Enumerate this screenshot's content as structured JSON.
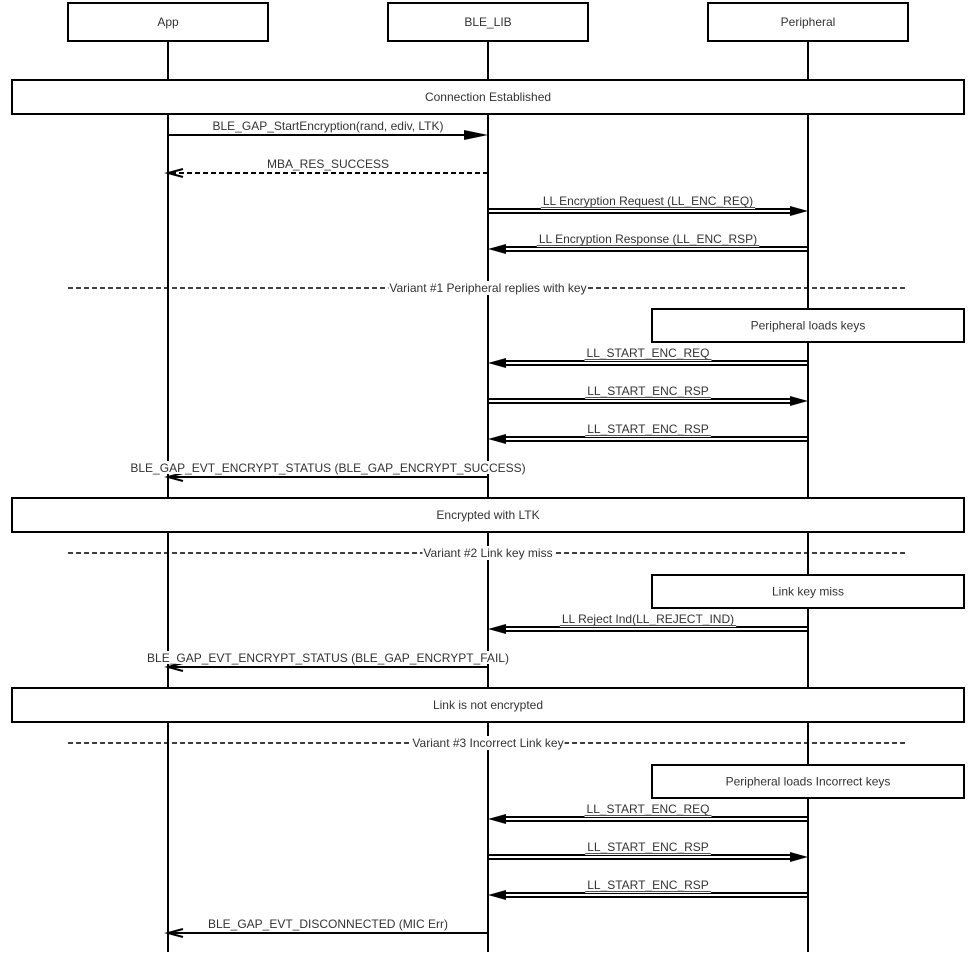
{
  "diagram": {
    "type": "sequence",
    "participants": [
      {
        "id": "app",
        "label": "App"
      },
      {
        "id": "ble_lib",
        "label": "BLE_LIB"
      },
      {
        "id": "peripheral",
        "label": "Peripheral"
      }
    ],
    "steps": [
      {
        "kind": "span",
        "label": "Connection Established"
      },
      {
        "kind": "message",
        "from": "app",
        "to": "ble_lib",
        "style": "solid-filled",
        "label": "BLE_GAP_StartEncryption(rand, ediv, LTK)"
      },
      {
        "kind": "message",
        "from": "ble_lib",
        "to": "app",
        "style": "dashed-open",
        "label": "MBA_RES_SUCCESS"
      },
      {
        "kind": "message",
        "from": "ble_lib",
        "to": "peripheral",
        "style": "double",
        "label": "LL Encryption Request (LL_ENC_REQ)"
      },
      {
        "kind": "message",
        "from": "peripheral",
        "to": "ble_lib",
        "style": "double",
        "label": "LL Encryption Response (LL_ENC_RSP)"
      },
      {
        "kind": "separator",
        "label": "Variant #1 Peripheral replies with key"
      },
      {
        "kind": "note",
        "over": "peripheral",
        "label": "Peripheral loads keys"
      },
      {
        "kind": "message",
        "from": "peripheral",
        "to": "ble_lib",
        "style": "double",
        "label": "LL_START_ENC_REQ"
      },
      {
        "kind": "message",
        "from": "ble_lib",
        "to": "peripheral",
        "style": "double",
        "label": "LL_START_ENC_RSP"
      },
      {
        "kind": "message",
        "from": "peripheral",
        "to": "ble_lib",
        "style": "double",
        "label": "LL_START_ENC_RSP"
      },
      {
        "kind": "message",
        "from": "ble_lib",
        "to": "app",
        "style": "solid-open",
        "label": "BLE_GAP_EVT_ENCRYPT_STATUS (BLE_GAP_ENCRYPT_SUCCESS)"
      },
      {
        "kind": "span",
        "label": "Encrypted with LTK"
      },
      {
        "kind": "separator",
        "label": "Variant #2 Link key miss"
      },
      {
        "kind": "note",
        "over": "peripheral",
        "label": "Link key miss"
      },
      {
        "kind": "message",
        "from": "peripheral",
        "to": "ble_lib",
        "style": "double",
        "label": "LL Reject Ind(LL_REJECT_IND)"
      },
      {
        "kind": "message",
        "from": "ble_lib",
        "to": "app",
        "style": "solid-open",
        "label": "BLE_GAP_EVT_ENCRYPT_STATUS (BLE_GAP_ENCRYPT_FAIL)"
      },
      {
        "kind": "span",
        "label": "Link is not encrypted"
      },
      {
        "kind": "separator",
        "label": "Variant #3 Incorrect Link key"
      },
      {
        "kind": "note",
        "over": "peripheral",
        "label": "Peripheral loads Incorrect keys"
      },
      {
        "kind": "message",
        "from": "peripheral",
        "to": "ble_lib",
        "style": "double",
        "label": "LL_START_ENC_REQ"
      },
      {
        "kind": "message",
        "from": "ble_lib",
        "to": "peripheral",
        "style": "double",
        "label": "LL_START_ENC_RSP"
      },
      {
        "kind": "message",
        "from": "peripheral",
        "to": "ble_lib",
        "style": "double",
        "label": "LL_START_ENC_RSP"
      },
      {
        "kind": "message",
        "from": "ble_lib",
        "to": "app",
        "style": "solid-open",
        "label": "BLE_GAP_EVT_DISCONNECTED (MIC Err)"
      }
    ],
    "colors": {
      "line": "#000000",
      "text": "#333333",
      "background": "#ffffff"
    }
  }
}
